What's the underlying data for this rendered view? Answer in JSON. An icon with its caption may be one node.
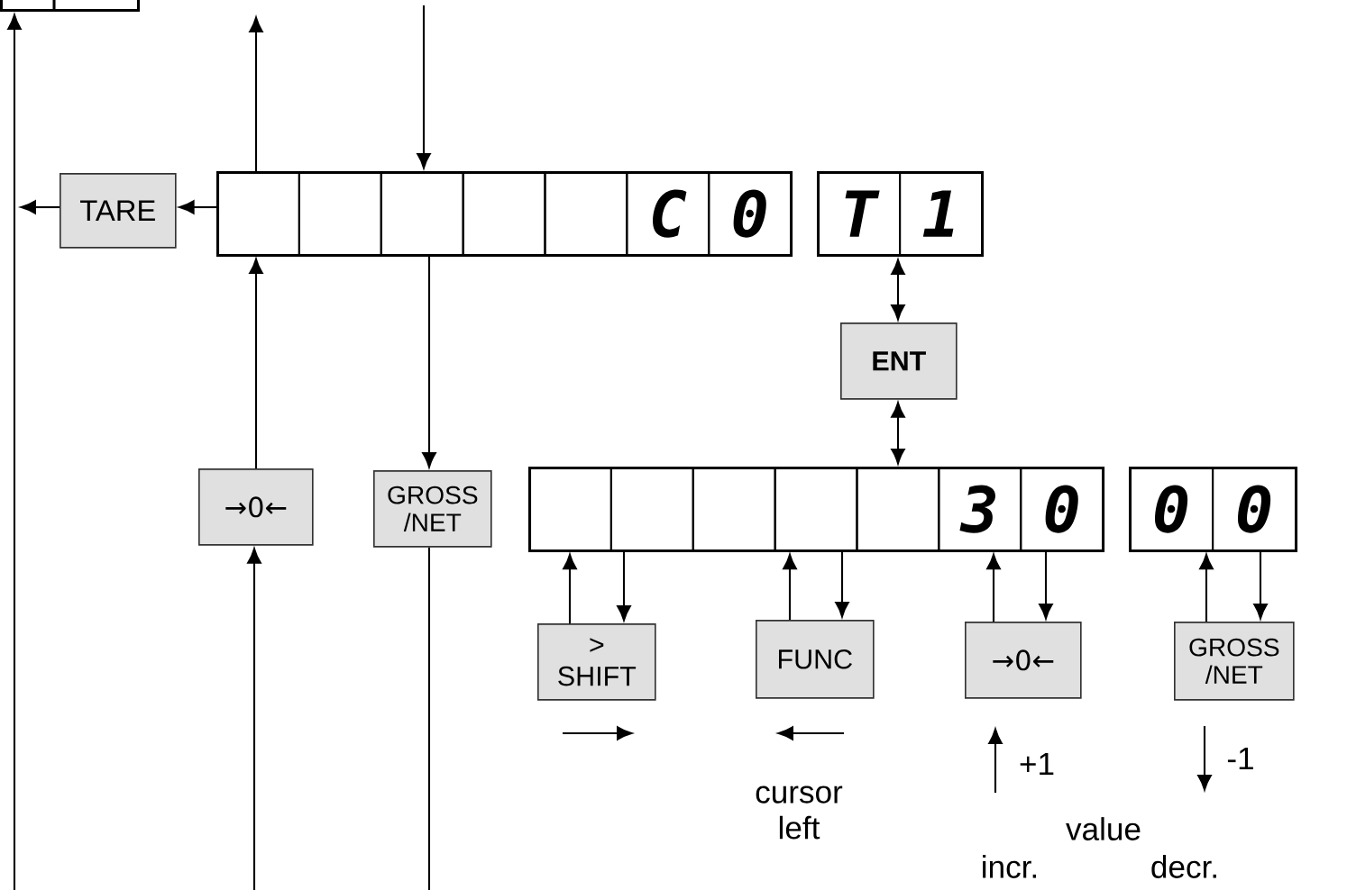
{
  "diagram": {
    "nodes": [
      {
        "text": [],
        "shape": "box"
      },
      {
        "text": [],
        "shape": "box"
      },
      {
        "text": [],
        "shape": "box",
        "in": 1
      },
      {
        "text": [],
        "shape": "box",
        "in": 1
      },
      {
        "text": [],
        "shape": "box",
        "in": 1
      },
      {
        "text": [],
        "shape": "box",
        "in": 1
      },
      {
        "text": [],
        "shape": "box",
        "in": 1
      },
      {
        "text": [
          "C"
        ],
        "in": 1
      },
      {
        "text": [
          "0"
        ],
        "in": 1
      },
      {
        "text": [],
        "shape": "box"
      },
      {
        "text": [
          "T"
        ],
        "in": 9
      },
      {
        "text": [
          "1"
        ],
        "in": 9
      },
      {
        "text": [
          "TARE"
        ]
      },
      {
        "text": [
          "ENT"
        ]
      },
      {
        "text": [],
        "shape": "box"
      },
      {
        "text": [],
        "shape": "box",
        "in": 14
      },
      {
        "text": [],
        "shape": "box",
        "in": 14
      },
      {
        "text": [],
        "shape": "box",
        "in": 14
      },
      {
        "text": [],
        "shape": "box",
        "in": 14
      },
      {
        "text": [],
        "shape": "box",
        "in": 14
      },
      {
        "text": [
          "3"
        ],
        "in": 14
      },
      {
        "text": [
          "0"
        ],
        "in": 14
      },
      {
        "text": [],
        "shape": "box"
      },
      {
        "text": [
          "0"
        ],
        "in": 22
      },
      {
        "text": [
          "0"
        ],
        "in": 22
      },
      {
        "text": [
          "→0←"
        ]
      },
      {
        "text": [
          "GROSS /NET"
        ]
      },
      {
        "text": [
          "> SHIFT"
        ]
      },
      {
        "text": [
          "FUNC"
        ]
      },
      {
        "text": [
          "→0←"
        ]
      },
      {
        "text": [
          "GROSS /NET"
        ]
      }
    ],
    "edges": [
      {
        "from": null,
        "to": 0,
        "arrow": "to"
      },
      {
        "from": 2,
        "to": 12,
        "arrow": "to"
      },
      {
        "from": 12,
        "to": null,
        "arrow": "to"
      },
      {
        "from": 25,
        "to": 2,
        "arrow": "to"
      },
      {
        "from": 2,
        "to": null,
        "arrow": "to"
      },
      {
        "from": null,
        "to": 4,
        "arrow": "to"
      },
      {
        "from": 4,
        "to": 26,
        "arrow": "to"
      },
      {
        "from": null,
        "to": 25,
        "arrow": "to"
      },
      {
        "from": 26,
        "to": null,
        "arrow": "none"
      },
      {
        "from": 9,
        "to": 13,
        "arrow": "both"
      },
      {
        "from": 13,
        "to": 14,
        "arrow": "both"
      },
      {
        "from": 27,
        "to": 15,
        "arrow": "to"
      },
      {
        "from": 16,
        "to": 27,
        "arrow": "to"
      },
      {
        "from": 28,
        "to": 18,
        "arrow": "to"
      },
      {
        "from": 18,
        "to": 28,
        "arrow": "to"
      },
      {
        "from": 29,
        "to": 20,
        "arrow": "to"
      },
      {
        "from": 21,
        "to": 29,
        "arrow": "to"
      },
      {
        "from": 30,
        "to": 23,
        "arrow": "to"
      },
      {
        "from": 24,
        "to": 30,
        "arrow": "to"
      }
    ],
    "labels": [
      "+1",
      "-1",
      "cursor left",
      "value",
      "incr.",
      "decr."
    ]
  }
}
